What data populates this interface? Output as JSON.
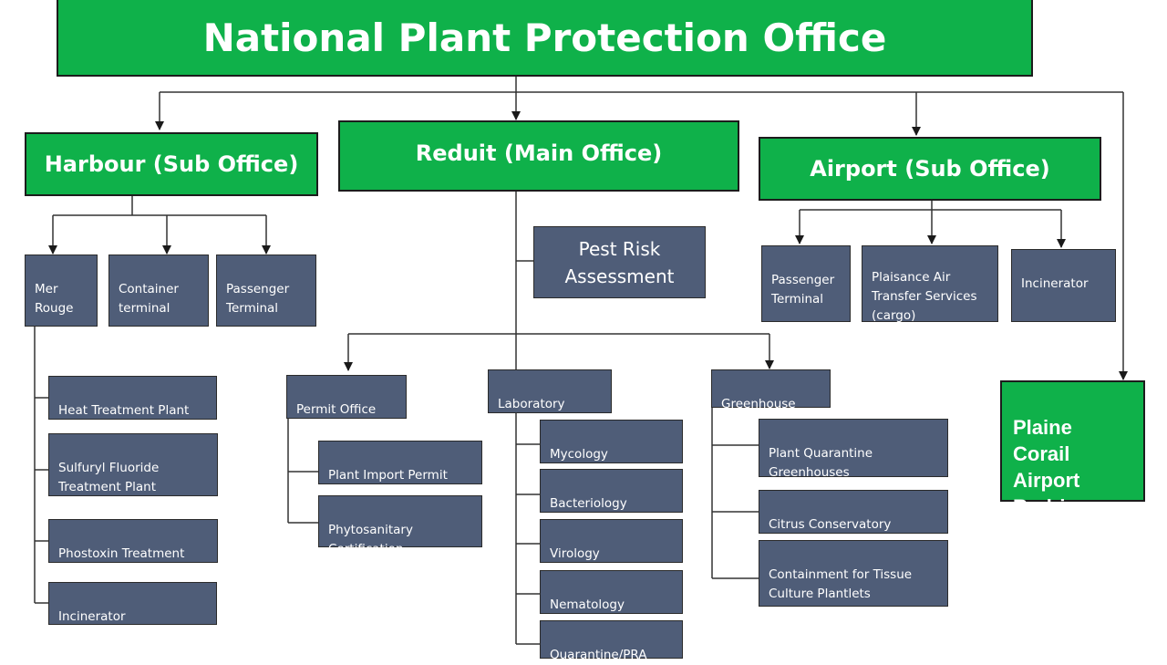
{
  "title": "National Plant Protection Office",
  "offices": {
    "harbour": "Harbour (Sub Office)",
    "reduit": "Reduit (Main Office)",
    "airport": "Airport (Sub Office)",
    "rodrigues": "Plaine\nCorail\nAirport\nRodrigues"
  },
  "harbour_units": [
    "Mer\nRouge",
    "Container\nterminal",
    "Passenger\nTerminal"
  ],
  "harbour_facilities": [
    "Heat Treatment Plant",
    "Sulfuryl Fluoride\nTreatment Plant",
    "Phostoxin Treatment",
    "Incinerator"
  ],
  "pest_risk": "Pest Risk\nAssessment",
  "reduit_divisions": [
    "Permit  Office",
    "Laboratory",
    "Greenhouse"
  ],
  "permit_items": [
    "Plant Import  Permit",
    "Phytosanitary\nCertification"
  ],
  "lab_items": [
    "Mycology",
    "Bacteriology",
    "Virology",
    "Nematology",
    "Quarantine/PRA"
  ],
  "greenhouse_items": [
    "Plant Quarantine\nGreenhouses",
    "Citrus Conservatory",
    "Containment for Tissue\nCulture Plantlets"
  ],
  "airport_units": [
    "Passenger\nTerminal",
    "Plaisance Air\nTransfer Services\n(cargo)",
    "Incinerator"
  ],
  "colors": {
    "green": "#0fb14a",
    "slate": "#4f5d78",
    "line": "#333333"
  }
}
